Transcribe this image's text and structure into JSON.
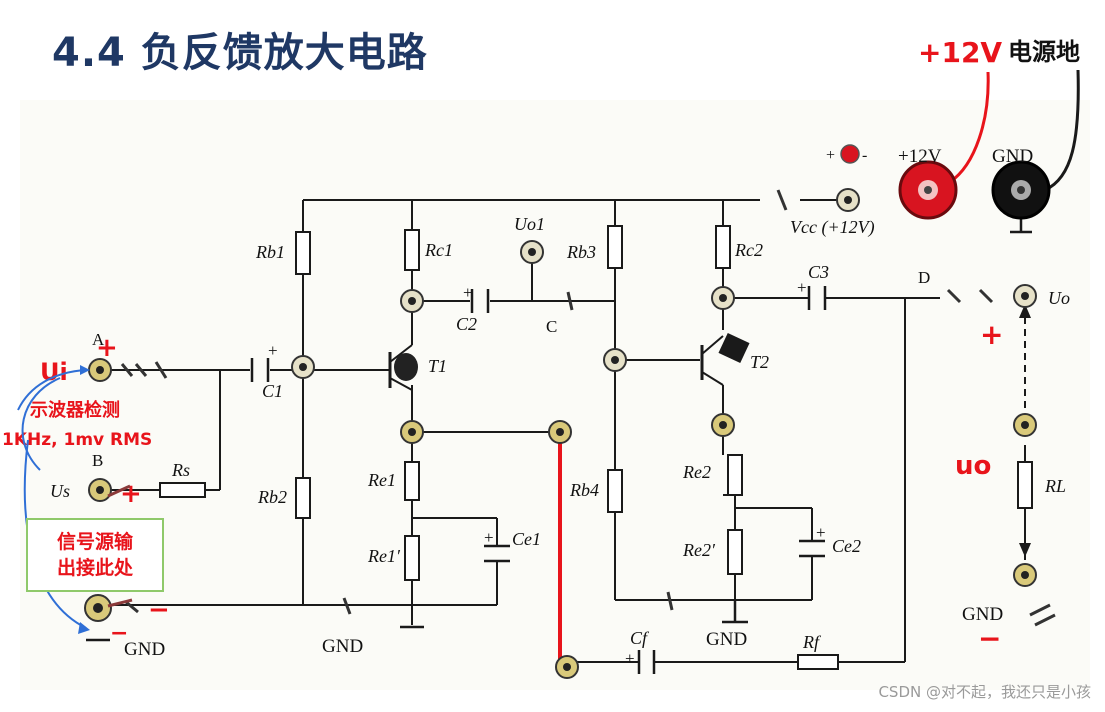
{
  "title": "4.4 负反馈放大电路",
  "power": {
    "plus12_red": "+12V",
    "ground_cn": "电源地",
    "plus12_terminal": "+12V",
    "gnd_terminal": "GND",
    "vcc": "Vcc (+12V)",
    "led_plus": "+",
    "led_minus": "-"
  },
  "components": {
    "Rb1": "Rb1",
    "Rb2": "Rb2",
    "Rc1": "Rc1",
    "Rb3": "Rb3",
    "Rc2": "Rc2",
    "Re1": "Re1",
    "Re1p": "Re1′",
    "Ce1": "Ce1",
    "Rb4": "Rb4",
    "Re2": "Re2",
    "Re2p": "Re2′",
    "Ce2": "Ce2",
    "C1": "C1",
    "C2": "C2",
    "C3": "C3",
    "Cf": "Cf",
    "Rf": "Rf",
    "Rs": "Rs",
    "RL": "RL",
    "T1": "T1",
    "T2": "T2",
    "Uo1": "Uo1"
  },
  "nodes": {
    "A": "A",
    "B": "B",
    "C": "C",
    "D": "D",
    "Us": "Us",
    "Uo": "Uo",
    "gnd1": "GND",
    "gnd2": "GND",
    "gnd3": "GND",
    "gnd4": "GND"
  },
  "annotations": {
    "ui": "Ui",
    "scope": "示波器检测",
    "signal_spec": "1KHz, 1mv RMS",
    "plus": "+",
    "minus": "−",
    "uo": "uo",
    "source_line1": "信号源输",
    "source_line2": "出接此处"
  },
  "watermark": "CSDN @对不起，我还只是小孩",
  "colors": {
    "title": "#1f3864",
    "annotation_red": "#e8141b",
    "wire": "#1a1a1a",
    "note_border": "#8fc96a",
    "scope_arrow": "#2f6fd6"
  }
}
